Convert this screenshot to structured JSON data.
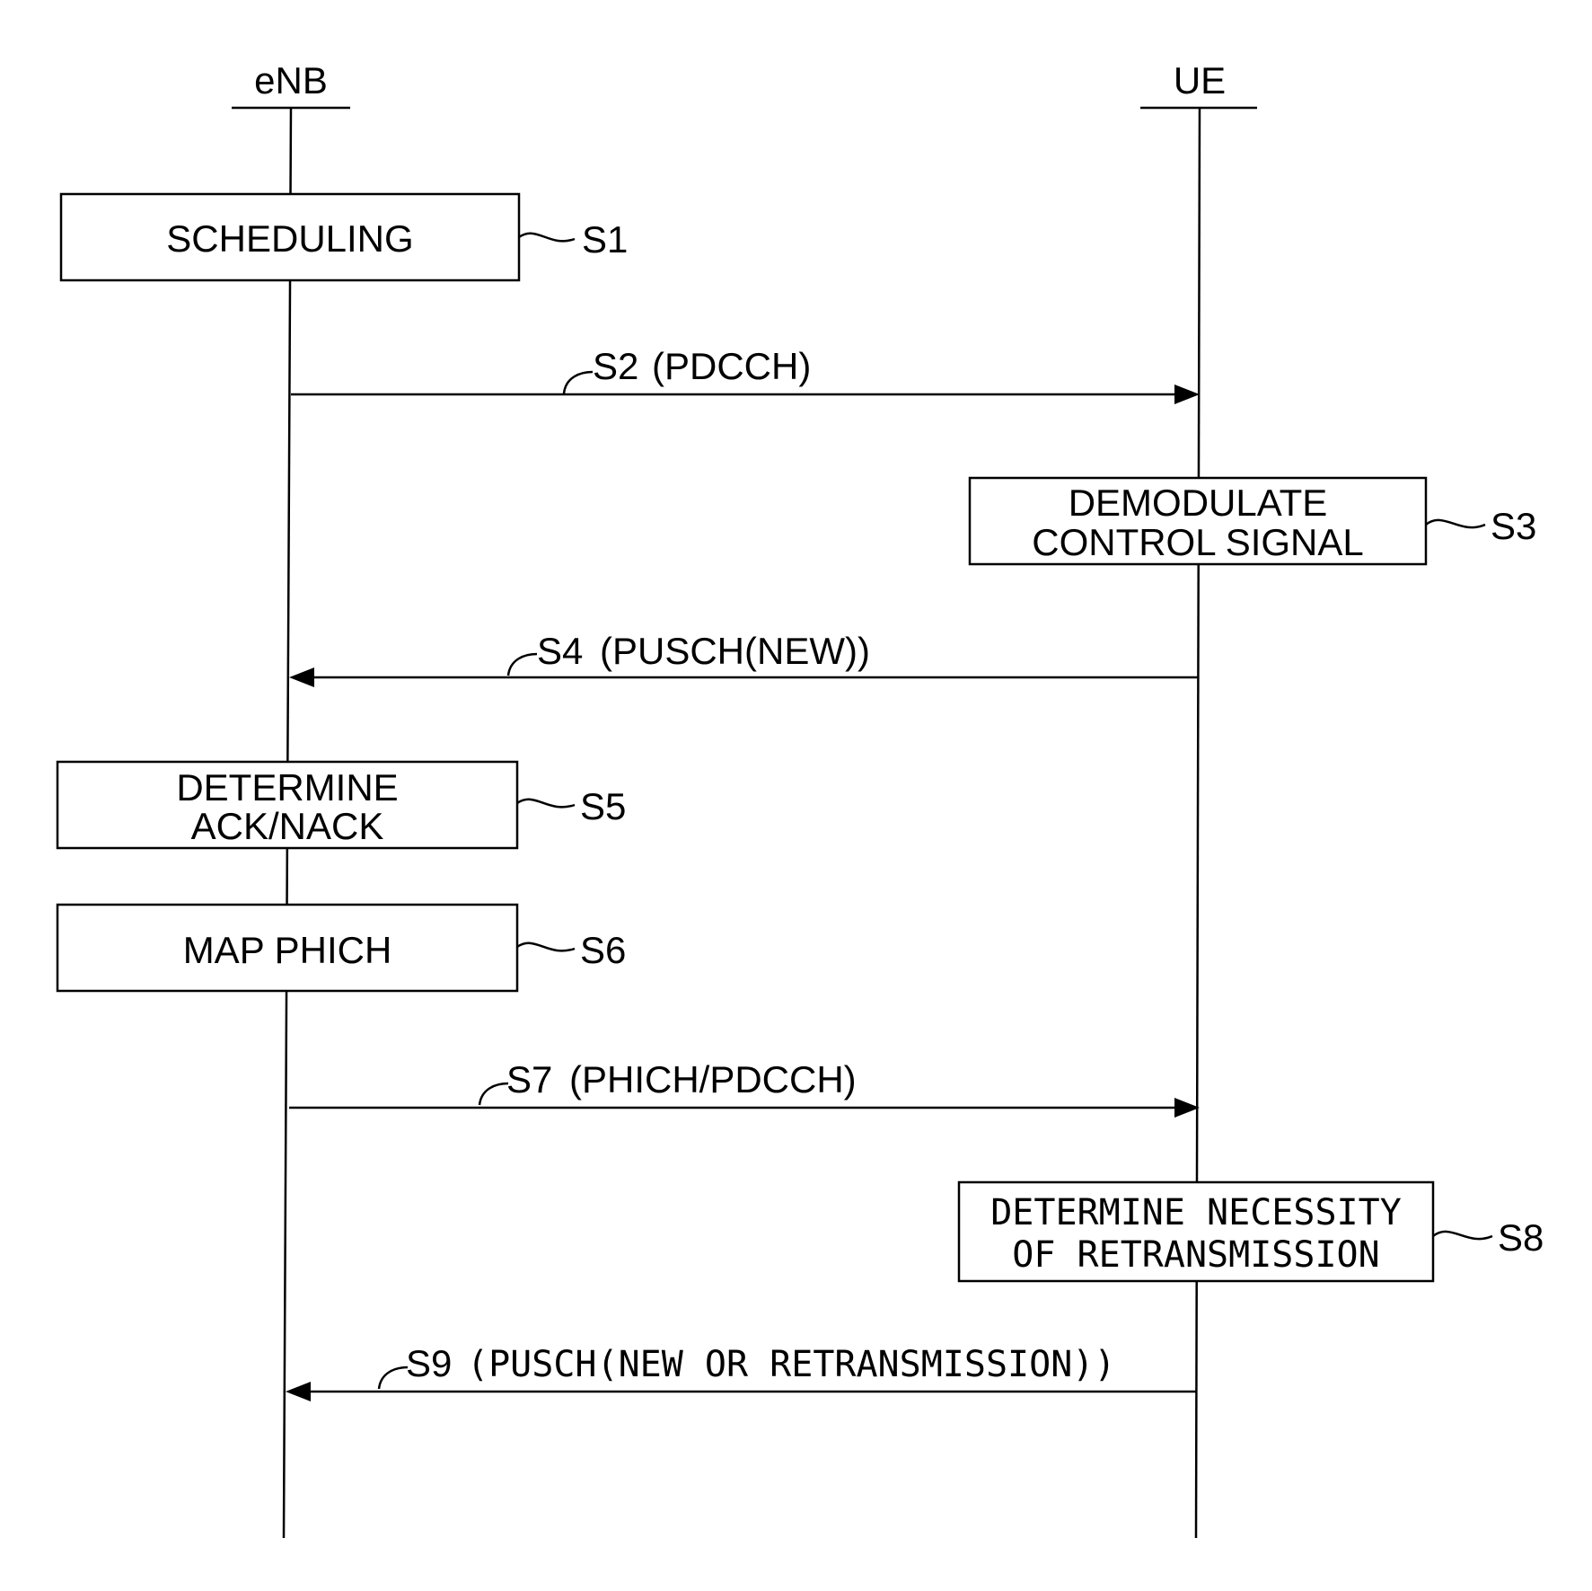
{
  "participants": {
    "left": "eNB",
    "right": "UE"
  },
  "steps": {
    "s1": {
      "id": "S1",
      "text": "SCHEDULING"
    },
    "s2": {
      "id": "S2",
      "text": "(PDCCH)"
    },
    "s3": {
      "id": "S3",
      "line1": "DEMODULATE",
      "line2": "CONTROL SIGNAL"
    },
    "s4": {
      "id": "S4",
      "text": "(PUSCH(NEW))"
    },
    "s5": {
      "id": "S5",
      "line1": "DETERMINE",
      "line2": "ACK/NACK"
    },
    "s6": {
      "id": "S6",
      "text": "MAP PHICH"
    },
    "s7": {
      "id": "S7",
      "text": "(PHICH/PDCCH)"
    },
    "s8": {
      "id": "S8",
      "line1": "DETERMINE NECESSITY",
      "line2": "OF RETRANSMISSION"
    },
    "s9": {
      "id": "S9",
      "text": "(PUSCH(NEW OR RETRANSMISSION))"
    }
  }
}
